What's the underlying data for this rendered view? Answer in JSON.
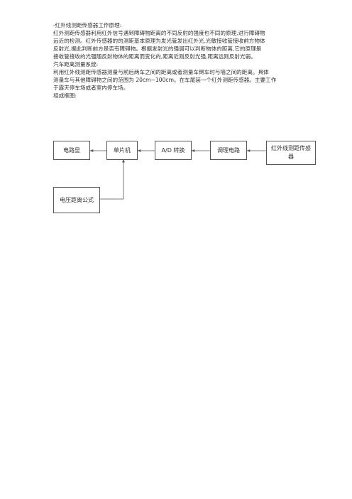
{
  "document": {
    "heading": "-红外线测距传感器工作原理:",
    "principle_lines": [
      "红外测距传感器利用红外信号遇到障碍物距离的不同反射的强度也不同的原理,进行障碍物",
      "远近的检测。红外传感器的的测距基本原理为发光管发出红外光,光敏接收管接收前方物体",
      "反射光,据此判断前方是否有障碍物。根据发射光的强弱可以判断物体的距离,它的原理是",
      "接收管接收的光强随反射物体的距离而变化的,距离近则反射光强,距离远则反射光弱。"
    ],
    "system_heading": "汽车距离测量系统:",
    "system_line_1": "利用红外线测距传感器测量与前后两车之间的距离或者测量车倒车时与墙之间的距离。具体",
    "system_line_2_before": "测量车与其他障碍物之间的范围为 ",
    "system_line_2_range": "20cm~100cm",
    "system_line_2_after": "。在车尾装一个红外测距传感器。主要工作",
    "system_line_3": "于露天停车场或者室内停车场。",
    "diagram_heading": "组成框图:"
  },
  "diagram": {
    "blocks": {
      "display": "电路显",
      "mcu": "单片机",
      "adc": "A/D 转换",
      "conditioning": "调理电路",
      "sensor": "红外线测距传感器",
      "formula": "电压距离公式"
    },
    "line_color": "#555555"
  }
}
